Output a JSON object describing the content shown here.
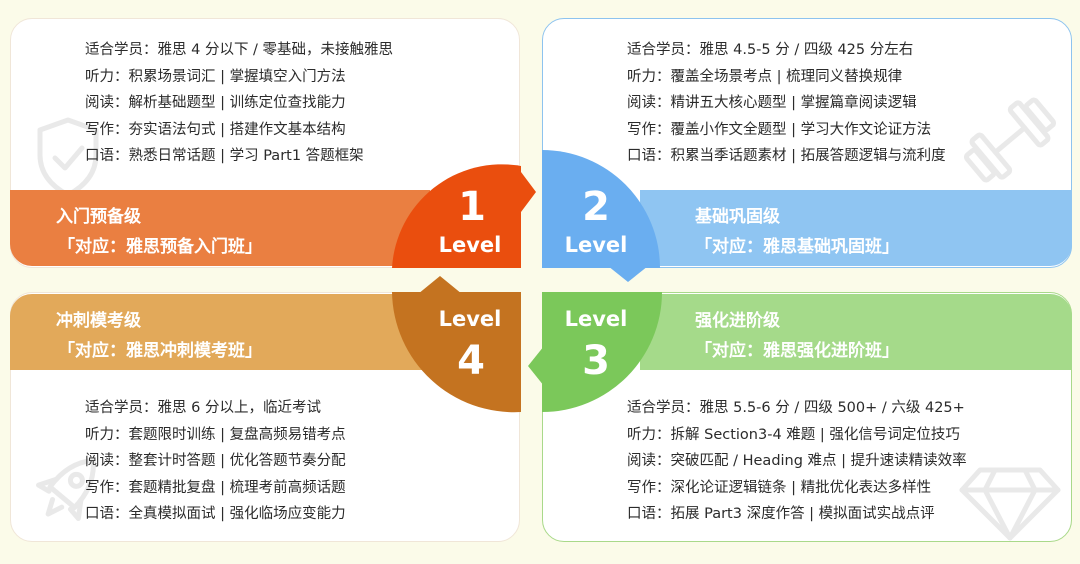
{
  "levels": [
    {
      "number": "1",
      "word": "Level",
      "title": "入门预备级",
      "course": "「对应：雅思预备入门班」",
      "lines": [
        "适合学员：雅思 4 分以下 / 零基础，未接触雅思",
        "听力：积累场景词汇 | 掌握填空入门方法",
        "阅读：解析基础题型 | 训练定位查找能力",
        "写作：夯实语法句式 | 搭建作文基本结构",
        "口语：熟悉日常话题 | 学习 Part1 答题框架"
      ],
      "color": "#ea4e0e",
      "icon": "shield-check-icon"
    },
    {
      "number": "2",
      "word": "Level",
      "title": "基础巩固级",
      "course": "「对应：雅思基础巩固班」",
      "lines": [
        "适合学员：雅思 4.5-5 分 / 四级 425 分左右",
        "听力：覆盖全场景考点 | 梳理同义替换规律",
        "阅读：精讲五大核心题型 | 掌握篇章阅读逻辑",
        "写作：覆盖小作文全题型 | 学习大作文论证方法",
        "口语：积累当季话题素材 | 拓展答题逻辑与流利度"
      ],
      "color": "#6aaef0",
      "icon": "dumbbell-icon"
    },
    {
      "number": "3",
      "word": "Level",
      "title": "强化进阶级",
      "course": "「对应：雅思强化进阶班」",
      "lines": [
        "适合学员：雅思 5.5-6 分 / 四级 500+ / 六级 425+",
        "听力：拆解 Section3-4 难题 | 强化信号词定位技巧",
        "阅读：突破匹配 / Heading 难点 | 提升速读精读效率",
        "写作：深化论证逻辑链条 | 精批优化表达多样性",
        "口语：拓展 Part3 深度作答 | 模拟面试实战点评"
      ],
      "color": "#7bc85a",
      "icon": "diamond-icon"
    },
    {
      "number": "4",
      "word": "Level",
      "title": "冲刺模考级",
      "course": "「对应：雅思冲刺模考班」",
      "lines": [
        "适合学员：雅思 6 分以上，临近考试",
        "听力：套题限时训练 | 复盘高频易错考点",
        "阅读：整套计时答题 | 优化答题节奏分配",
        "写作：套题精批复盘 | 梳理考前高频话题",
        "口语：全真模拟面试 | 强化临场应变能力"
      ],
      "color": "#c47320",
      "icon": "rocket-icon"
    }
  ]
}
